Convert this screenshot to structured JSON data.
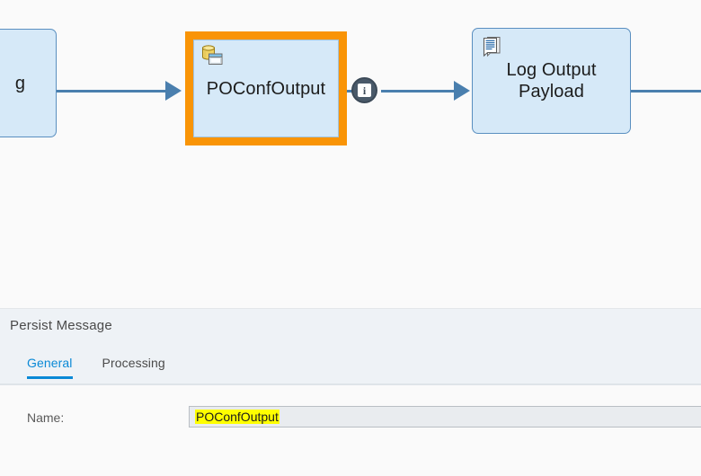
{
  "canvas": {
    "nodes": [
      {
        "id": "partial-left",
        "label": "g",
        "icon": "none",
        "selected": false
      },
      {
        "id": "poconfoutput",
        "label": "POConfOutput",
        "icon": "persist-message-icon",
        "selected": true
      },
      {
        "id": "log-output-payload",
        "label": "Log Output Payload",
        "icon": "script-document-icon",
        "selected": false
      }
    ],
    "badge": {
      "name": "info-badge",
      "glyph": "i"
    },
    "colors": {
      "node_fill": "#d6e9f8",
      "node_border": "#5a8fc0",
      "selection": "#f99406",
      "connector": "#4a7fae",
      "badge": "#4a5a6a",
      "background": "#fafafa"
    }
  },
  "panel": {
    "title": "Persist Message",
    "tabs": [
      {
        "label": "General",
        "active": true
      },
      {
        "label": "Processing",
        "active": false
      }
    ],
    "fields": [
      {
        "label": "Name:",
        "value": "POConfOutput",
        "placeholder": "",
        "highlighted": true,
        "readonly": true
      }
    ],
    "colors": {
      "header_bg": "#eef2f6",
      "accent": "#0a89d6",
      "highlight": "#ffff00",
      "input_bg": "#e9ecef"
    }
  }
}
